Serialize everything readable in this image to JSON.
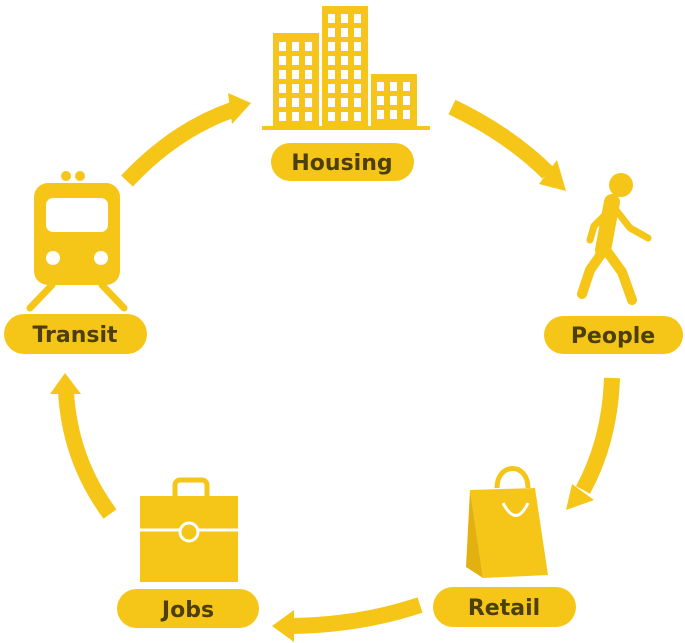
{
  "colors": {
    "accent": "#f5c518",
    "label_text": "#4d3f0a",
    "background": "#ffffff"
  },
  "nodes": [
    {
      "id": "housing",
      "label": "Housing",
      "icon": "buildings-icon"
    },
    {
      "id": "people",
      "label": "People",
      "icon": "walking-person-icon"
    },
    {
      "id": "retail",
      "label": "Retail",
      "icon": "shopping-bag-icon"
    },
    {
      "id": "jobs",
      "label": "Jobs",
      "icon": "briefcase-icon"
    },
    {
      "id": "transit",
      "label": "Transit",
      "icon": "train-icon"
    }
  ],
  "cycle": [
    "housing",
    "people",
    "retail",
    "jobs",
    "transit"
  ]
}
